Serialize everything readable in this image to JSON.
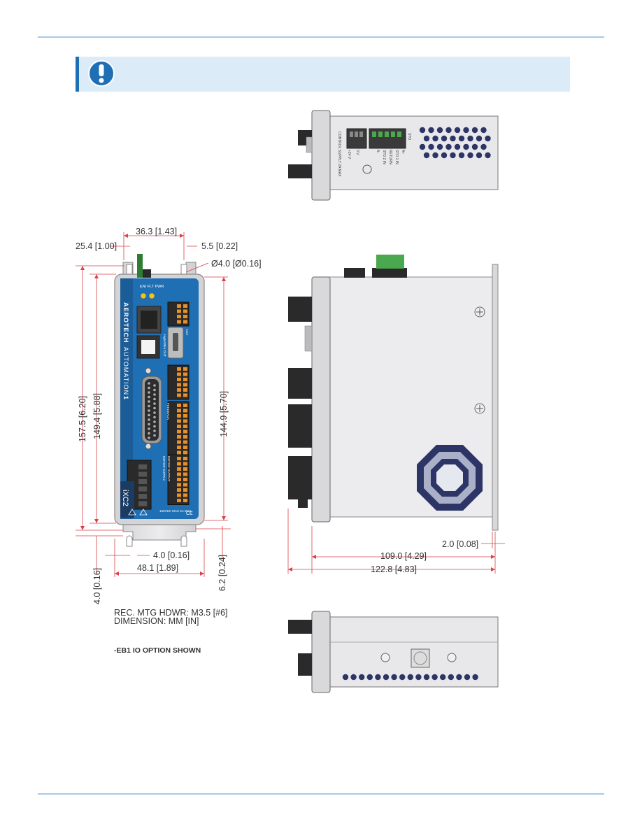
{
  "notice": {
    "icon": "exclamation-icon"
  },
  "colors": {
    "panel_blue": "#1f6fb5",
    "notice_bg": "#dcebf8",
    "dim_red": "#d8424a",
    "housing": "#e2e2e4",
    "vent": "#2c3566"
  },
  "front_panel": {
    "brand": "AEROTECH",
    "product_line": "AUTOMATION",
    "product_line_digit": "1",
    "model": "iXC2",
    "led_labels": "EN/ FLT PWR",
    "port_labels": [
      "HyperWire OUT",
      "AUX",
      "FEEDBACK",
      "MOTOR SUPPLY",
      "MOTOR OUTPUT"
    ],
    "rating": "160VDC MAX 5A MAX"
  },
  "top_view": {
    "labels": [
      "CONTROL SUPPLY 2A MAX",
      "+24 V",
      "0 V",
      "STO",
      "STO 1 IN",
      "RETURN",
      "STO 2 IN",
      "A+",
      "A-"
    ]
  },
  "dimensions": {
    "d1": "36.3 [1.43]",
    "d2": "25.4 [1.00]",
    "d3": "5.5 [0.22]",
    "d4": "Ø4.0 [Ø0.16]",
    "d5": "157.5 [6.20]",
    "d6": "149.4 [5.88]",
    "d7": "144.9 [5.70]",
    "d8": "4.0 [0.16]",
    "d9": "48.1 [1.89]",
    "d10": "4.0 [0.16]",
    "d11": "6.2 [0.24]",
    "d12": "2.0 [0.08]",
    "d13": "109.0 [4.29]",
    "d14": "122.8 [4.83]"
  },
  "notes": {
    "hardware": "REC. MTG HDWR: M3.5 [#6]",
    "dimension_units": "DIMENSION: MM [IN]",
    "io_option": "-EB1 IO OPTION SHOWN"
  }
}
